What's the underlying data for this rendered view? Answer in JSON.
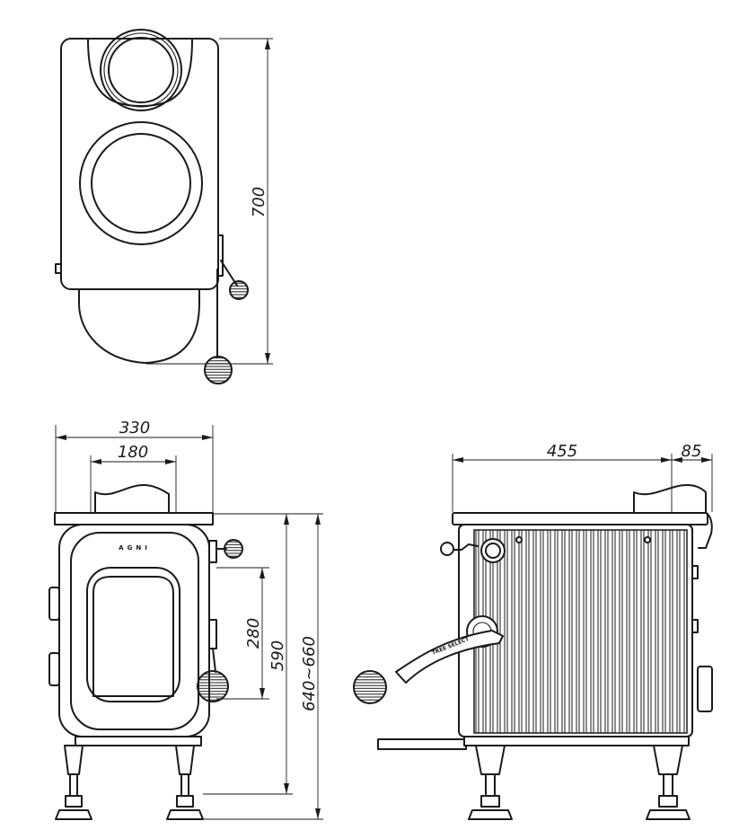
{
  "diagram": {
    "views": [
      "top-view",
      "front-view",
      "side-view"
    ],
    "dimensions": {
      "top_depth": "700",
      "front_width": "330",
      "front_flue": "180",
      "front_door_height": "280",
      "front_top_height": "590",
      "front_total_height": "640~660",
      "side_body_depth": "455",
      "side_flue_offset": "85"
    },
    "labels": {
      "brand": "AGNI",
      "handle_badge": "TREE SELECT"
    }
  }
}
